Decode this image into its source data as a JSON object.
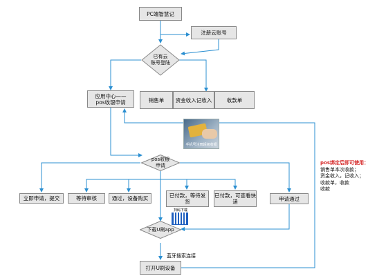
{
  "colors": {
    "arrow": "#2b8fd1",
    "box_fill": "#e6e6e6",
    "box_border": "#888888",
    "note_title": "#d62b2b"
  },
  "nodes": {
    "pc_login": "PC端智慧记",
    "register": "注册云账号",
    "has_account": "已有云\n账号登陆",
    "app_center": "应用中心——\npos收银申请",
    "sales_order": "销售单",
    "fund_income": "资金收入记收入",
    "receipt_order": "收款单",
    "pos_apply": "pos收银\n申请",
    "submit": "立即申请，提交",
    "wait_review": "等待审核",
    "approved_buy": "通过，设备购买",
    "paid_wait": "已付款，等待发\n货",
    "paid_query": "已付款，可查看快\n递",
    "apply_passed": "申请通过",
    "download_app": "下载U刷app",
    "open_device": "打开U刷设备",
    "bluetooth_label": "蓝牙搜索连接",
    "card_image_caption": "手机号注册超级收银",
    "qr_caption": "扫码下载"
  },
  "note": {
    "title": "pos绑定后即可使用：",
    "lines": [
      "销售单本次收款；",
      "资金收入，记收入；",
      "收款单，收款",
      "收款"
    ]
  }
}
